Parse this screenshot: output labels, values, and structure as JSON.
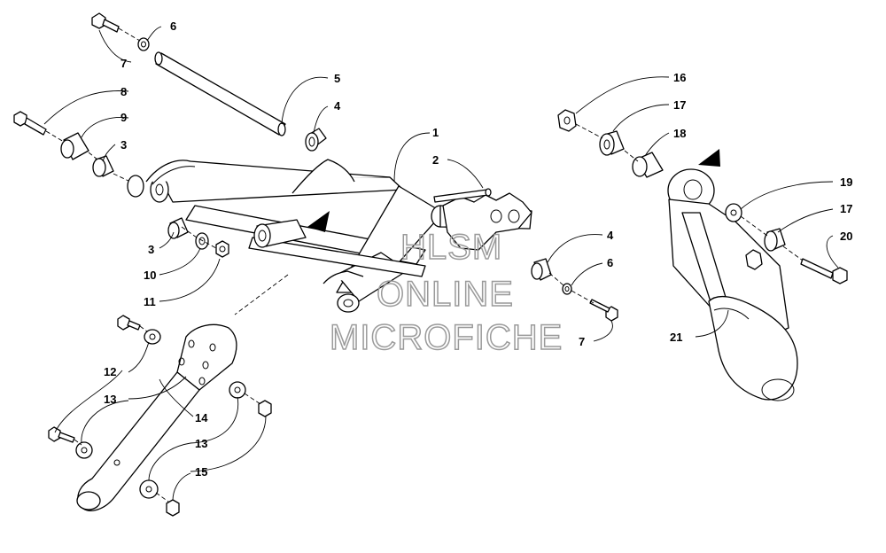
{
  "watermark": {
    "line1": "HLSM",
    "line2": "ONLINE",
    "line3": "MICROFICHE"
  },
  "callouts": [
    "1",
    "2",
    "3",
    "3",
    "4",
    "4",
    "5",
    "6",
    "6",
    "7",
    "7",
    "8",
    "9",
    "10",
    "11",
    "12",
    "13",
    "13",
    "14",
    "15",
    "16",
    "17",
    "17",
    "18",
    "19",
    "20",
    "21"
  ]
}
